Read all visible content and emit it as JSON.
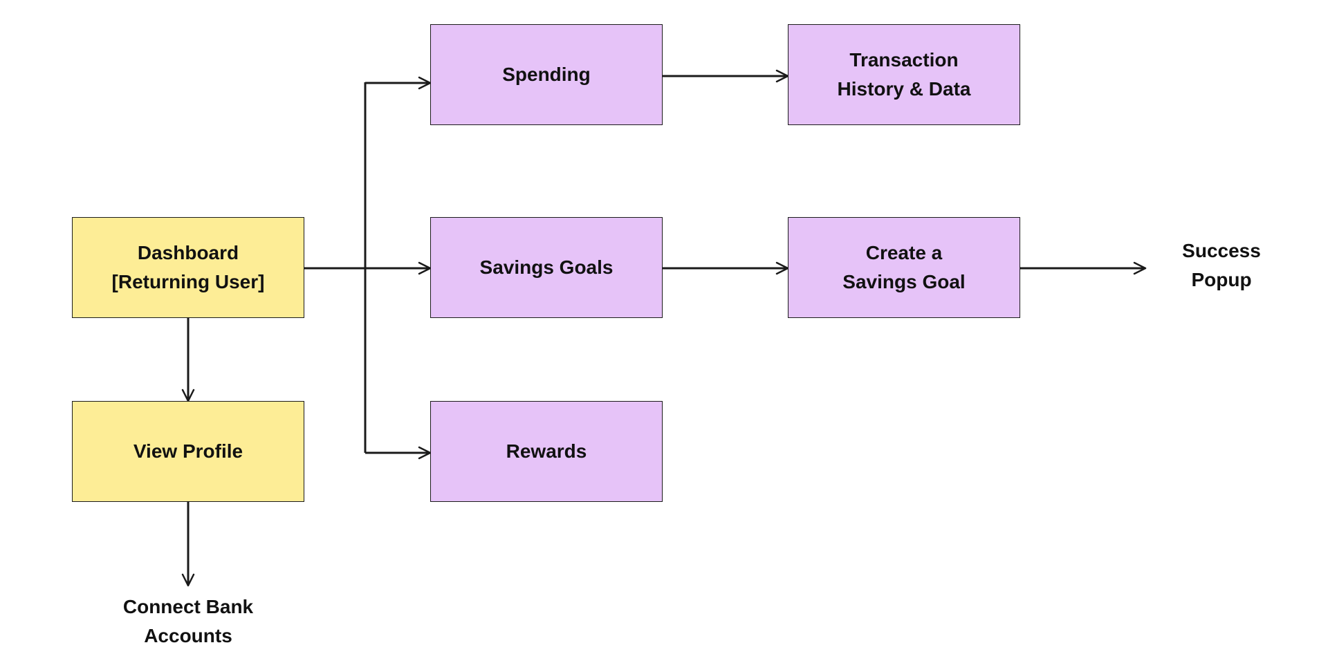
{
  "diagram": {
    "nodes": {
      "dashboard": "Dashboard\n[Returning User]",
      "view_profile": "View Profile",
      "connect_bank": "Connect Bank\nAccounts",
      "spending": "Spending",
      "transaction_history": "Transaction\nHistory & Data",
      "savings_goals": "Savings Goals",
      "create_goal": "Create a\nSavings Goal",
      "success_popup": "Success\nPopup",
      "rewards": "Rewards"
    },
    "colors": {
      "primary_fill": "#fded96",
      "feature_fill": "#e6c3f8",
      "stroke": "#1a1a1a"
    },
    "edges": [
      [
        "dashboard",
        "spending"
      ],
      [
        "dashboard",
        "savings_goals"
      ],
      [
        "dashboard",
        "rewards"
      ],
      [
        "dashboard",
        "view_profile"
      ],
      [
        "view_profile",
        "connect_bank"
      ],
      [
        "spending",
        "transaction_history"
      ],
      [
        "savings_goals",
        "create_goal"
      ],
      [
        "create_goal",
        "success_popup"
      ]
    ]
  }
}
